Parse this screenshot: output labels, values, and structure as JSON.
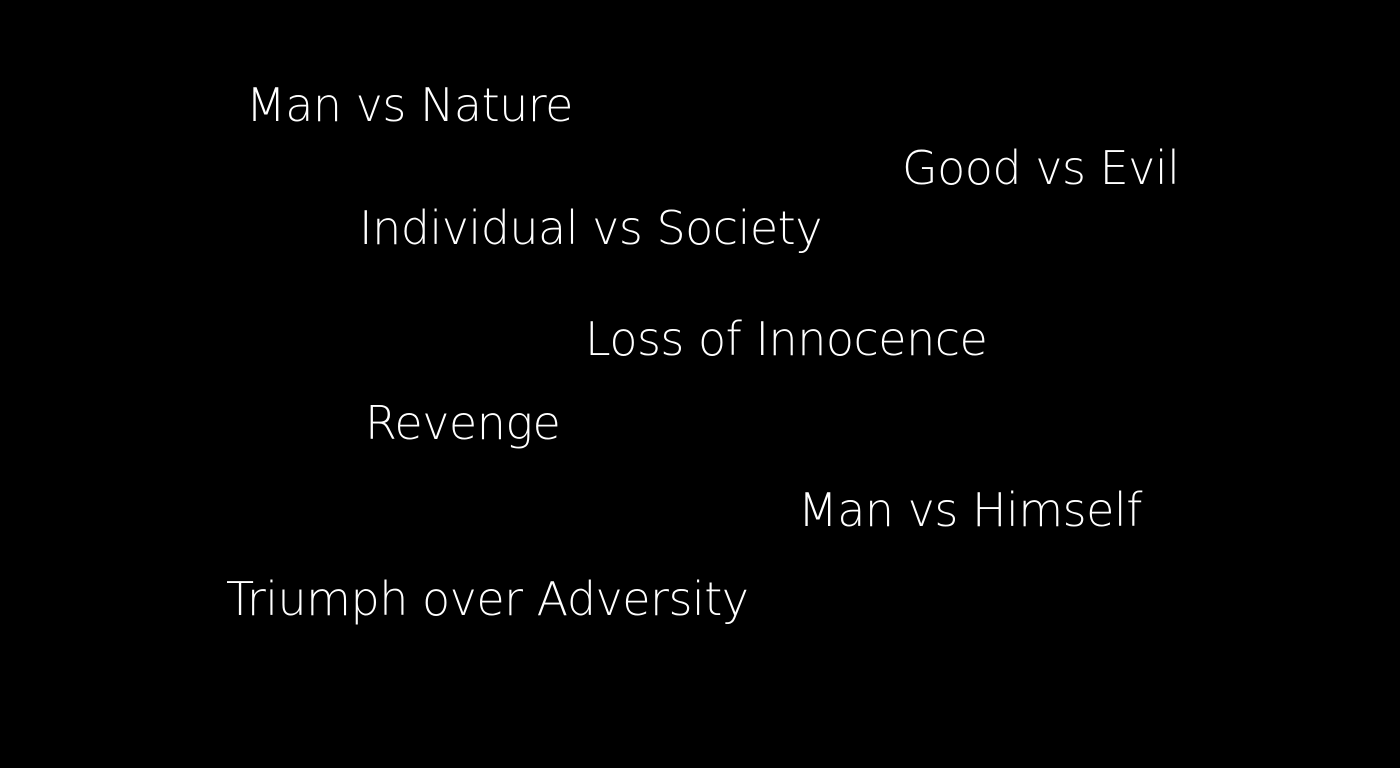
{
  "slide": {
    "background_color": "#000000",
    "text_color": "#ffffff",
    "themes": [
      "Man vs Nature",
      "Good vs Evil",
      "Individual vs Society",
      "Loss of Innocence",
      "Revenge",
      "Man vs Himself",
      "Triumph over Adversity"
    ]
  }
}
